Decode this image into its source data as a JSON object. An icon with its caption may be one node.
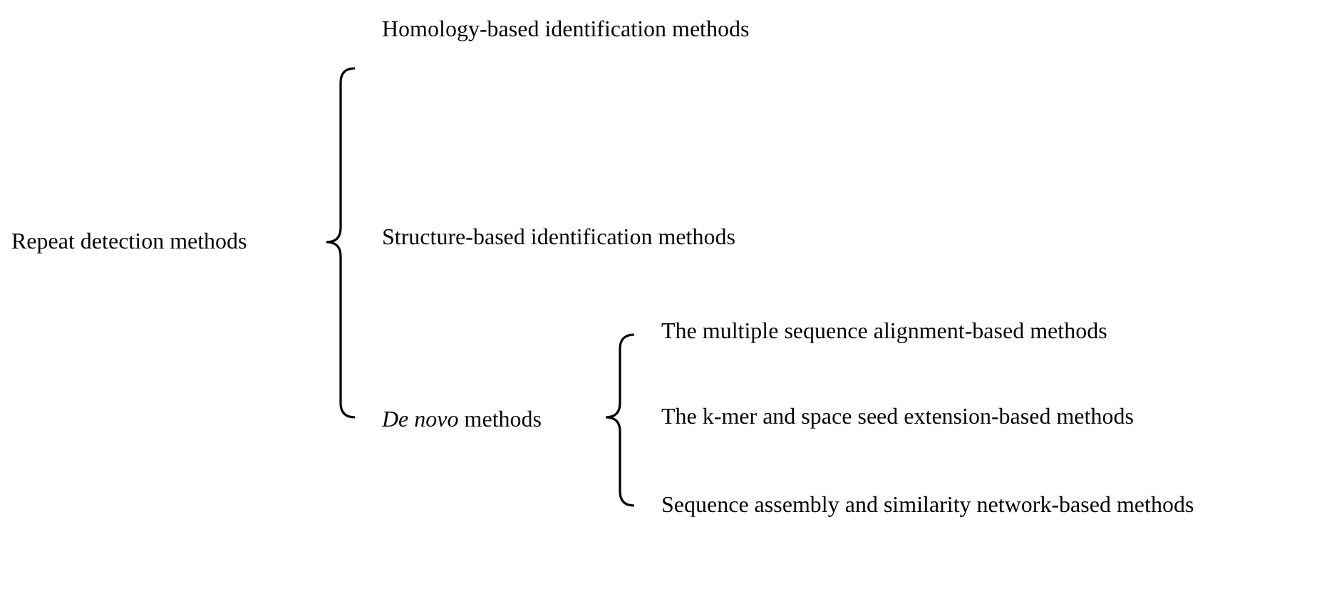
{
  "diagram": {
    "labels": [
      "Repeat detection methods",
      "Homology-based identification methods",
      "Structure-based identification methods",
      "*De novo* methods",
      "The multiple sequence alignment-based methods",
      "The k-mer and space seed extension-based methods",
      "Sequence assembly and similarity network-based methods"
    ]
  }
}
